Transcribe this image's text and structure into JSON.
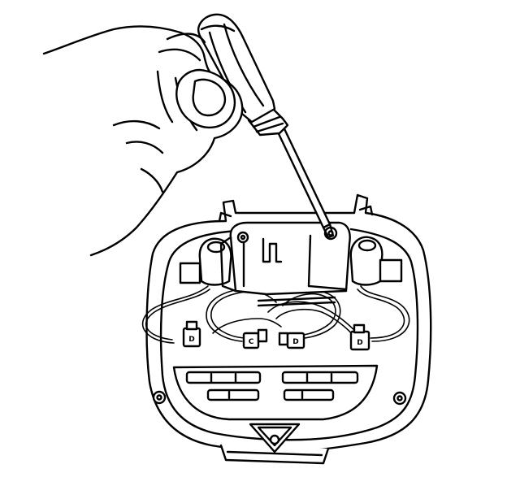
{
  "colors": {
    "line": "#000000",
    "background": "#ffffff"
  },
  "icons": [
    "screwdriver-icon",
    "hand-icon"
  ],
  "connectors": [
    {
      "letter": "D"
    },
    {
      "letter": "C"
    },
    {
      "letter": "D"
    },
    {
      "letter": "D"
    }
  ]
}
